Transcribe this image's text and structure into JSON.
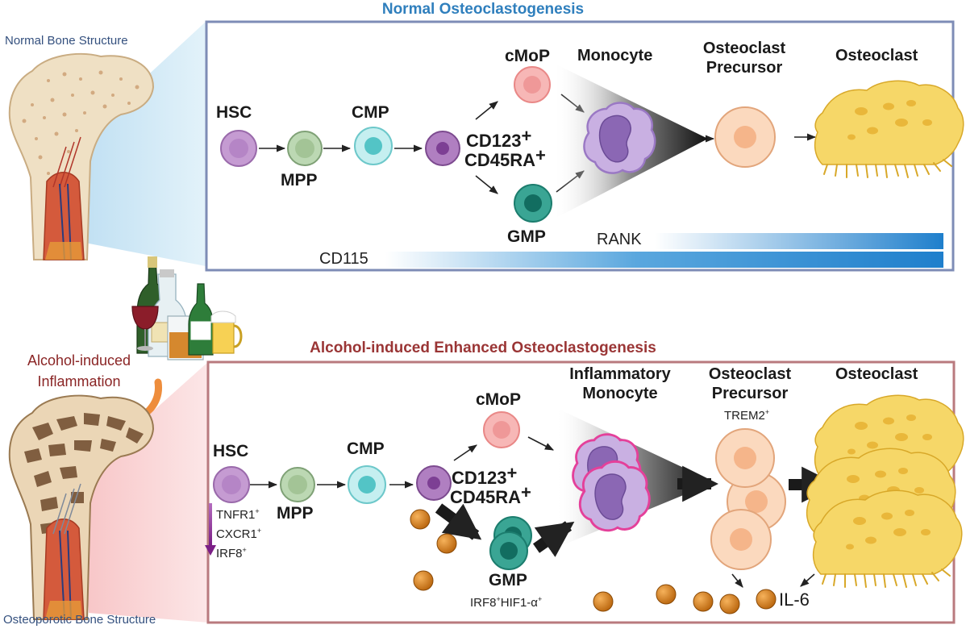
{
  "top": {
    "title": "Normal Osteoclastogenesis",
    "bone_label": "Normal Bone Structure",
    "hsc": "HSC",
    "mpp": "MPP",
    "cmp": "CMP",
    "cmop": "cMoP",
    "gmp": "GMP",
    "cd123": "CD123",
    "cd45ra": "CD45RA",
    "plus": "+",
    "monocyte": "Monocyte",
    "precursor_1": "Osteoclast",
    "precursor_2": "Precursor",
    "osteoclast": "Osteoclast",
    "rank": "RANK",
    "cd115": "CD115"
  },
  "bottom": {
    "title": "Alcohol-induced Enhanced Osteoclastogenesis",
    "inflammation_1": "Alcohol-induced",
    "inflammation_2": "Inflammation",
    "bone_label": "Osteoporotic Bone Structure",
    "hsc": "HSC",
    "mpp": "MPP",
    "cmp": "CMP",
    "cmop": "cMoP",
    "gmp": "GMP",
    "cd123": "CD123",
    "cd45ra": "CD45RA",
    "plus": "+",
    "monocyte_1": "Inflammatory",
    "monocyte_2": "Monocyte",
    "precursor_1": "Osteoclast",
    "precursor_2": "Precursor",
    "trem2": "TREM2",
    "osteoclast": "Osteoclast",
    "tnfr1": "TNFR1",
    "cxcr1": "CXCR1",
    "irf8": "IRF8",
    "gmp_irf8": "IRF8",
    "gmp_hif": "HIF1-α",
    "il6": "IL-6"
  },
  "colors": {
    "top_border": "#7e8cb6",
    "bottom_border": "#b97a7e",
    "top_title": "#2f7fbd",
    "bottom_title": "#9a3535",
    "gradient_blue": "#1f7fcc",
    "hsc": "#c59bd2",
    "mpp": "#a9c9a0",
    "cmp": "#a8e2e3",
    "cd123": "#9a60ad",
    "cmop": "#f5a9a8",
    "gmp": "#2c9a8b",
    "monocyte": "#c3a8dc",
    "precursor": "#f9d1b3",
    "osteoclast": "#f6d768",
    "cytokine": "#d27a16",
    "inflamed_outline": "#e4409a",
    "arrow_purple": "#8b2e92"
  }
}
